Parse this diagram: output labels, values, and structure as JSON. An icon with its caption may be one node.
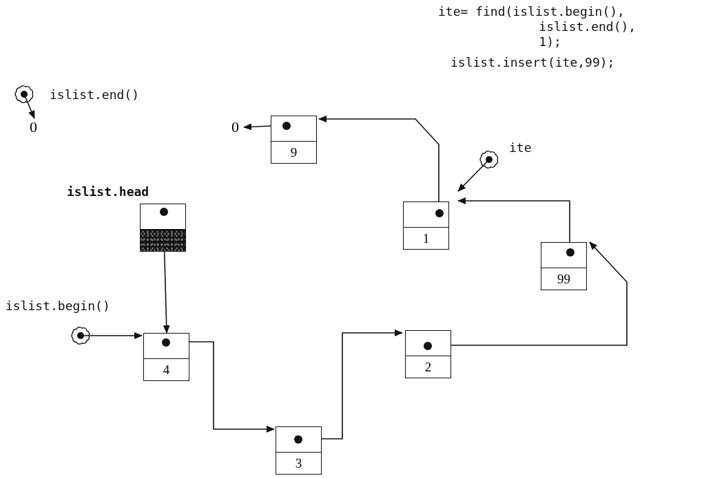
{
  "diagram": {
    "nodes": [
      {
        "text": [],
        "shape": "cloud",
        "beside": [
          "islist.end()"
        ]
      },
      {
        "text": [
          "0"
        ]
      },
      {
        "text": [
          "0"
        ]
      },
      {
        "text": [
          "9"
        ]
      },
      {
        "text": [
          "islist.head"
        ]
      },
      {
        "text": [],
        "shape": "cloud",
        "beside": [
          "islist.begin()"
        ]
      },
      {
        "text": [
          "4"
        ]
      },
      {
        "text": [
          "3"
        ]
      },
      {
        "text": [
          "2"
        ]
      },
      {
        "text": [
          "99"
        ]
      },
      {
        "text": [
          "1"
        ]
      },
      {
        "text": [],
        "shape": "cloud",
        "beside": [
          "ite"
        ]
      }
    ],
    "edges": [
      {
        "from": 0,
        "to": 1,
        "arrow": "to"
      },
      {
        "from": 3,
        "to": 2,
        "arrow": "to"
      },
      {
        "from": 10,
        "to": 3,
        "arrow": "to"
      },
      {
        "from": 11,
        "to": 10,
        "arrow": "to"
      },
      {
        "from": 9,
        "to": 10,
        "arrow": "to"
      },
      {
        "from": 4,
        "to": 6,
        "arrow": "to"
      },
      {
        "from": 5,
        "to": 6,
        "arrow": "to"
      },
      {
        "from": 6,
        "to": 7,
        "arrow": "to"
      },
      {
        "from": 7,
        "to": 8,
        "arrow": "to"
      },
      {
        "from": 8,
        "to": 9,
        "arrow": "to"
      }
    ],
    "labels": [
      "ite= find(islist.begin(), islist.end(), 1);",
      "islist.insert(ite,99);"
    ]
  }
}
